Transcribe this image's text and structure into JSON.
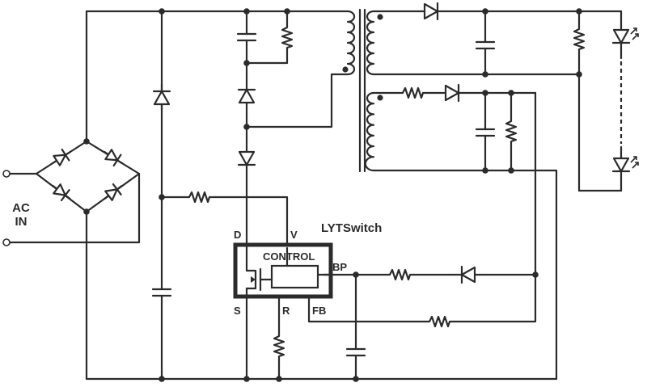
{
  "labels": {
    "ac_in_line1": "AC",
    "ac_in_line2": "IN",
    "ic_name": "LYTSwitch",
    "control_block": "CONTROL",
    "pin_d": "D",
    "pin_v": "V",
    "pin_s": "S",
    "pin_r": "R",
    "pin_fb": "FB",
    "pin_bp": "BP"
  },
  "icons": {
    "diode": "diode-icon",
    "resistor": "resistor-icon",
    "capacitor": "capacitor-icon",
    "transformer": "transformer-icon",
    "led": "led-icon",
    "mosfet": "mosfet-icon"
  },
  "colors": {
    "ink": "#2b2b2b",
    "background": "#ffffff"
  }
}
